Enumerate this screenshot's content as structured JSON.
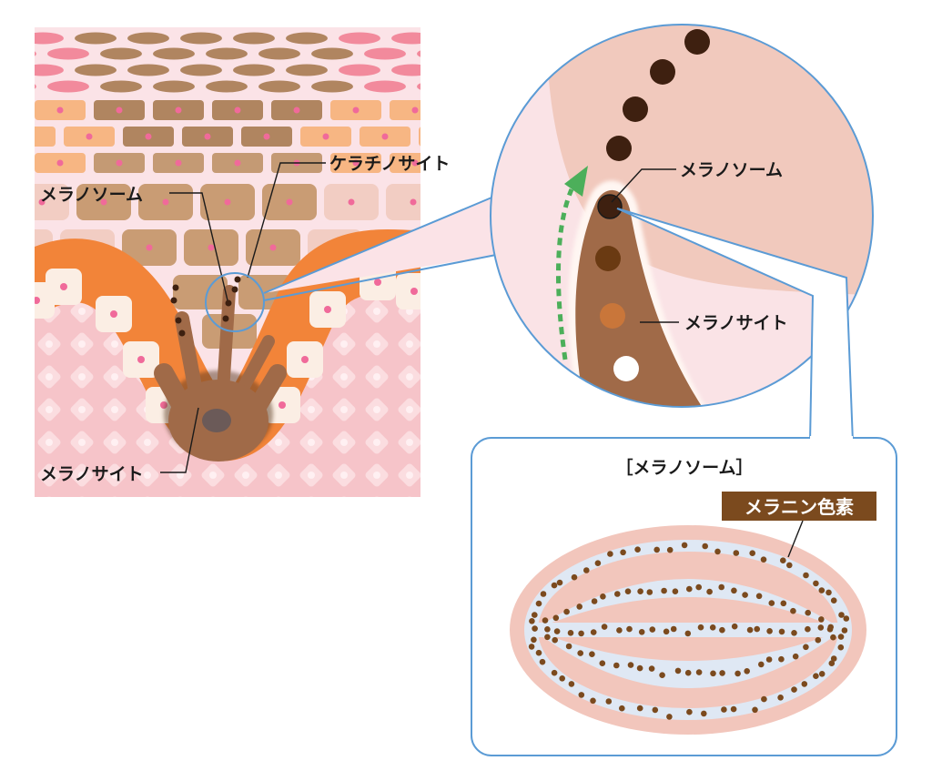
{
  "left_panel": {
    "label_keratinocyte": "ケラチノサイト",
    "label_melanosome": "メラノソーム",
    "label_melanocyte": "メラノサイト"
  },
  "zoom_circle": {
    "label_melanosome": "メラノソーム",
    "label_melanocyte": "メラノサイト"
  },
  "detail_box": {
    "title": "［メラノソーム］",
    "tag_melanin": "メラニン色素"
  },
  "colors": {
    "callout_blue": "#5b9bd5",
    "melanin_brown": "#7b4a1e",
    "basal_orange": "#f28439",
    "arrow_green": "#4caf5a"
  }
}
